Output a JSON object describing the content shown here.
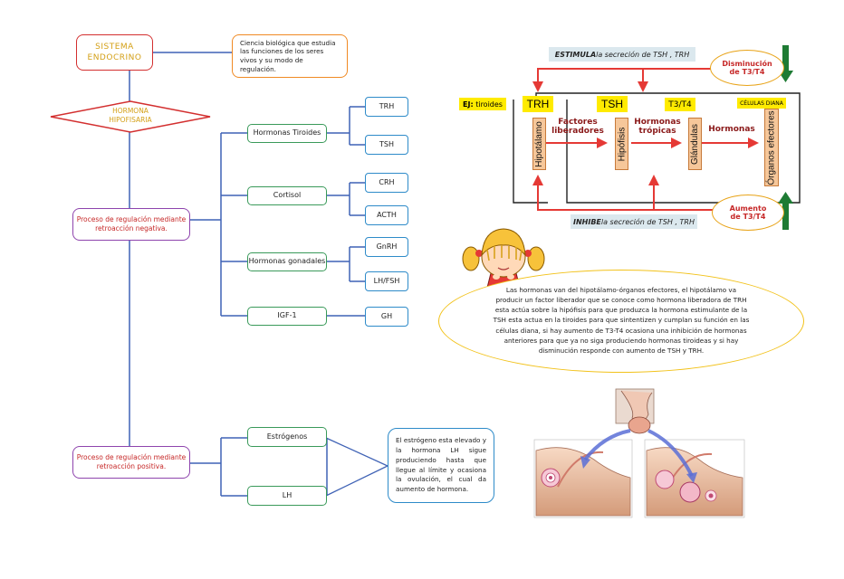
{
  "left_map": {
    "root": "SISTEMA ENDOCRINO",
    "definition": "Ciencia biológica que estudia las funciones de los seres vivos y su modo de regulación.",
    "hormone_diamond": "HORMONA HIPOFISARIA",
    "negative_process": "Proceso de regulación mediante retroacción negativa.",
    "positive_process": "Proceso de regulación mediante retroacción positiva.",
    "groups": [
      {
        "label": "Hormonas Tiroides",
        "children": [
          "TRH",
          "TSH"
        ]
      },
      {
        "label": "Cortisol",
        "children": [
          "CRH",
          "ACTH"
        ]
      },
      {
        "label": "Hormonas gonadales",
        "children": [
          "GnRH",
          "LH/FSH"
        ]
      },
      {
        "label": "IGF-1",
        "children": [
          "GH"
        ]
      }
    ],
    "positive_items": [
      "Estrógenos",
      "LH"
    ],
    "positive_note": "El estrógeno esta elevado y la hormona LH sigue produciendo hasta que llegue al límite y ocasiona la ovulación, el cual da aumento de hormona."
  },
  "axis_diagram": {
    "stimulate_bold": "ESTIMULA",
    "stimulate_rest": " la secreción de TSH , TRH",
    "inhibit_bold": "INHIBE",
    "inhibit_rest": " la secreción de TSH , TRH",
    "example_bold": "EJ:",
    "example_rest": " tiroides",
    "tags": [
      "TRH",
      "TSH",
      "T3/T4",
      "CÉLULAS DIANA"
    ],
    "organs": [
      "Hipotálamo",
      "Hipófisis",
      "Glándulas",
      "Órganos efectores"
    ],
    "arrow_labels": [
      "Factores liberadores",
      "Hormonas trópicas",
      "Hormonas"
    ],
    "decrease": "Disminución de T3/T4",
    "increase": "Aumento de T3/T4",
    "colors": {
      "red": "#e53935",
      "green": "#1e7b34",
      "tag": "#ffeb00",
      "organ": "#f6c79a"
    }
  },
  "explanation": "Las hormonas van del hipotálamo-órganos efectores, el hipotálamo va producir un factor liberador que se conoce como hormona liberadora de TRH esta actúa sobre la hipófisis para que produzca la hormona estimulante de la TSH esta actua en la tiroides para que sintentizen y cumplan su función en las células diana, si hay aumento de T3-T4 ocasiona una inhibición de hormonas anteriores para que ya no siga produciendo hormonas tiroideas y si hay disminución responde con aumento de TSH y TRH."
}
